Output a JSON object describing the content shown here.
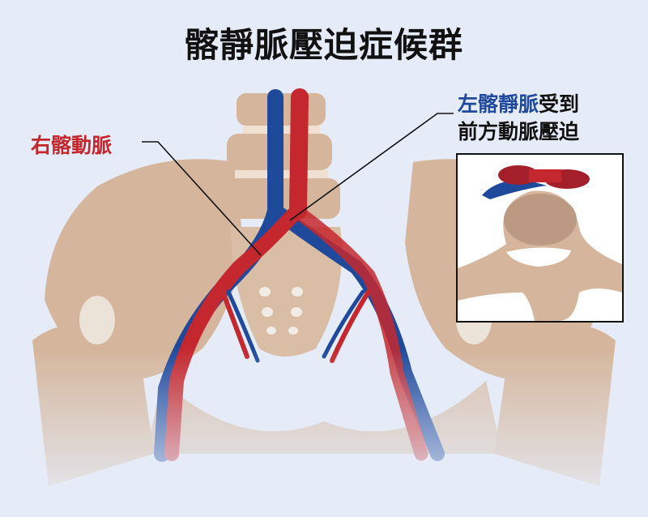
{
  "title": "髂靜脈壓迫症候群",
  "labels": {
    "right_iliac_artery": "右髂動脈",
    "left_iliac_vein": "左髂靜脈",
    "compressed_suffix": "受到",
    "compressed_line2": "前方動脈壓迫"
  },
  "colors": {
    "background": "#e6ecf7",
    "bone": "#d5b69c",
    "artery": "#c4282e",
    "vein": "#1f4a9c"
  }
}
